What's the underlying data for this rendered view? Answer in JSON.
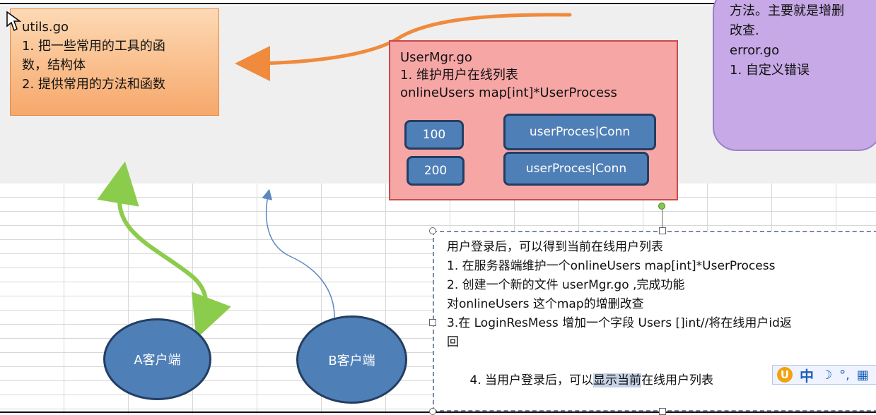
{
  "diagram": {
    "utils": {
      "title": "utils.go",
      "lines": [
        "1. 把一些常用的工具的函",
        "数，结构体",
        "2. 提供常用的方法和函数"
      ]
    },
    "usermgr": {
      "lines": [
        "UserMgr.go",
        "1. 维护用户在线列表",
        "onlineUsers map[int]*UserProcess"
      ],
      "rows": [
        {
          "id": "100",
          "label": "userProces|Conn"
        },
        {
          "id": "200",
          "label": "userProces|Conn"
        }
      ]
    },
    "purple": {
      "lines": [
        "方法。主要就是增删",
        "改查.",
        "",
        "error.go",
        "1. 自定义错误"
      ]
    },
    "notes": {
      "lines": [
        "用户登录后，可以得到当前在线用户列表",
        "1. 在服务器端维护一个onlineUsers map[int]*UserProcess",
        "2. 创建一个新的文件 userMgr.go ,完成功能",
        "对onlineUsers 这个map的增删改查",
        "3.在 LoginResMess 增加一个字段 Users []int//将在线用户id返",
        "回"
      ],
      "line4_prefix": "4. 当用户登录后，可以",
      "line4_highlight": "显示当前",
      "line4_suffix": "在线用户列表"
    },
    "clients": {
      "a": "A客户端",
      "b": "B客户端"
    },
    "ime": {
      "icons": [
        "shield-icon",
        "chinese-char-icon",
        "moon-icon",
        "degree-icon",
        "keyboard-icon"
      ],
      "char": "中"
    }
  }
}
